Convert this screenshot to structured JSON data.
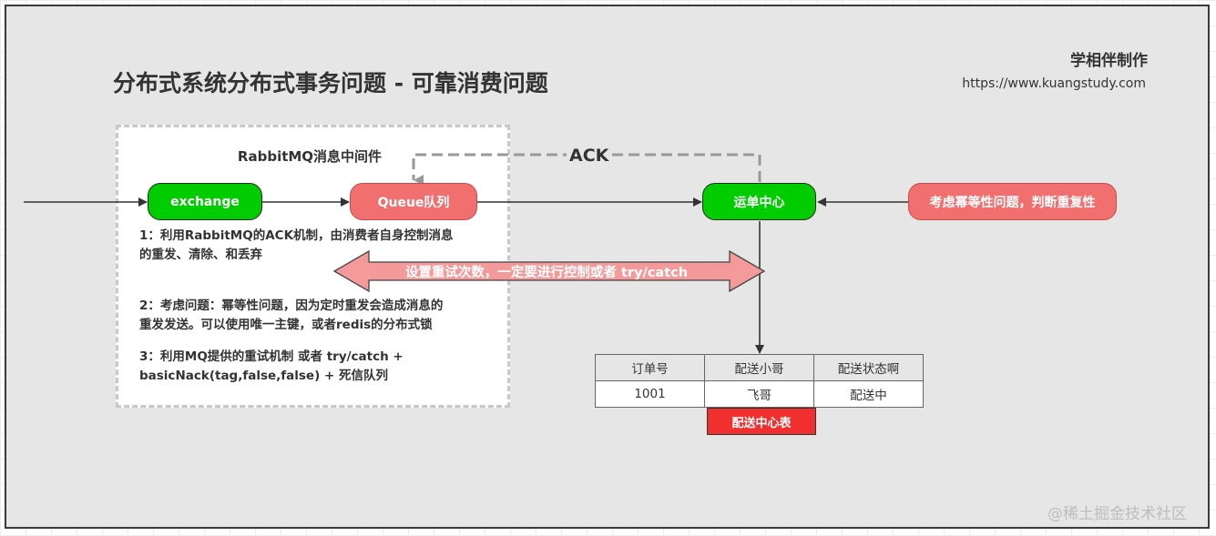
{
  "title": "分布式系统分布式事务问题 - 可靠消费问题",
  "credit": "学相伴制作",
  "url": "https://www.kuangstudy.com",
  "rabbitmq_label": "RabbitMQ消息中间件",
  "nodes": {
    "exchange": "exchange",
    "queue": "Queue队列",
    "delivery_center": "运单中心",
    "idempotency": "考虑幂等性问题，判断重复性"
  },
  "ack_label": "ACK",
  "retry_label": "设置重试次数，一定要进行控制或者 try/catch",
  "notes": [
    [
      "1：利用RabbitMQ的ACK机制，由消费者自身控制消息",
      "的重发、清除、和丢弃"
    ],
    [
      "2：考虑问题：幂等性问题，因为定时重发会造成消息的",
      "重发发送。可以使用唯一主键，或者redis的分布式锁"
    ],
    [
      "3：利用MQ提供的重试机制 或者  try/catch +",
      "basicNack(tag,false,false)  + 死信队列"
    ]
  ],
  "table": {
    "headers": [
      "订单号",
      "配送小哥",
      "配送状态啊"
    ],
    "rows": [
      [
        "1001",
        "飞哥",
        "配送中"
      ]
    ],
    "caption": "配送中心表"
  },
  "watermark": "@稀土掘金技术社区",
  "colors": {
    "green_node": "#00cc00",
    "red_node": "#f26f6f",
    "retry_arrow": "#f49a9a",
    "table_caption": "#f22f2f",
    "canvas": "#e6e6e6"
  }
}
